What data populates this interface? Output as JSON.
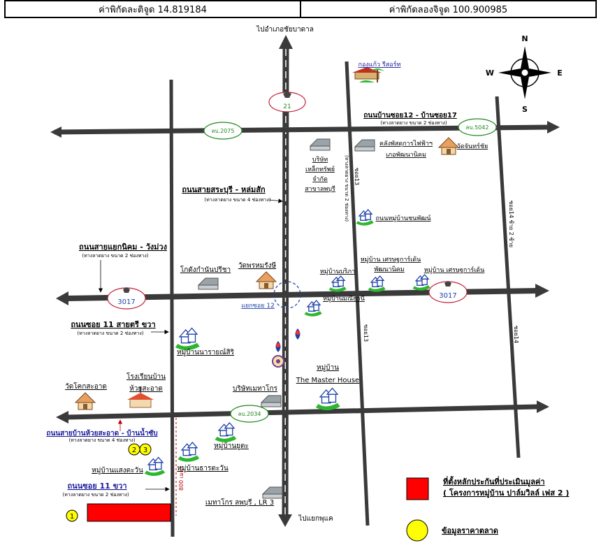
{
  "coords": {
    "latitude_label": "ค่าพิกัดละติจูด 14.819184",
    "longitude_label": "ค่าพิกัดลองจิจูด 100.900985"
  },
  "compass": {
    "n": "N",
    "s": "S",
    "e": "E",
    "w": "W"
  },
  "directions": {
    "north": "ไปอำเภอชัยบาดาล",
    "south": "ไปแยกพุแค"
  },
  "route_badges": {
    "r21": "21",
    "r3017_left": "3017",
    "r3017_right": "3017",
    "lb2075": "ลบ.2075",
    "lb5042": "ลบ.5042",
    "lb2034": "ลบ.2034"
  },
  "roads": {
    "main_name": "ถนนสายสระบุรี - หล่มสัก",
    "main_sub": "(ทางลาดยาง ขนาด 4 ช่องทาง)",
    "soi12_name": "ถนนบ้านซอย12 - บ้านซอย17",
    "soi12_sub": "(ทางลาดยาง ขนาด 2 ช่องทาง)",
    "nikhom_name": "ถนนสายแยกนิคม - วังม่วง",
    "nikhom_sub": "(ทางลาดยาง ขนาด 2 ช่องทาง)",
    "soi11r_name": "ถนนซอย 11 สายตรี ขวา",
    "soi11r_sub": "(ทางลาดยาง ขนาด 2 ช่องทาง)",
    "huay_name": "ถนนสายบ้านห้วยสะอาด - บ้านน้ำซับ",
    "huay_sub": "(ทางลาดยาง ขนาด 4 ช่องทาง)",
    "soi11_name": "ถนนซอย 11 ขวา",
    "soi11_sub": "(ทางลาดยาง ขนาด 2 ช่องทาง)",
    "soi13_top": "ซอย13",
    "soi13_top_sub": "(ทางลาดยาง ขนาด 2 ช่องทาง)",
    "soi13_low": "ซอย13",
    "soi14_top": "ซอย14 ซ้าย 2 ซ้าย",
    "soi14_low": "ซอย14",
    "junction": "แยกซอย 12",
    "distance": "800 เมตร"
  },
  "places": {
    "kongkaew": "กองแก้ว รีสอร์ท",
    "company_steel": [
      "บริษัท",
      "เหล็กทรัพย์",
      "จำกัด",
      "สาขาลพบุรี"
    ],
    "warehouse_top": [
      "คลังพัสดุการไฟฟ้าฯ",
      "เภอพัฒนานิคม"
    ],
    "wat_chan": "วัดจันทร์ชัย",
    "village_chon": "ถนนหมู่บ้านชนพัฒน์",
    "warehouse_left": "โกดังกำนันปรีชา",
    "wat_phrom": "วัดพรหมรังษี",
    "village_borika": "หมู่บ้านบริภา",
    "village_ekkarat1": [
      "หมู่บ้าน เศรษฐการ์เด้น",
      "พัฒนานิคม"
    ],
    "village_ekkarat2": "หมู่บ้าน เศรษฐการ์เด้น",
    "village_manee": "หมู่บ้านมณีธานี",
    "village_narayan": "หมู่บ้านนารายณ์สิริ",
    "wat_huay": "วัดโคกสะอาด",
    "school": [
      "โรงเรียนบ้าน",
      "ห้วยสะอาด"
    ],
    "company_mbt": "บริษัทเมทาโกร",
    "village_master": [
      "หมู่บ้าน",
      "The Master House"
    ],
    "village_yuta": "หมู่บ้านยูตะ",
    "village_saeng": "หมู่บ้านแสงตะวัน",
    "village_dhara": "หมู่บ้านธารตะวัน",
    "mbt_lr3": "เมทาโกร ลพบุรี , LR 3"
  },
  "markers": {
    "m1": "1",
    "m2": "2",
    "m3": "3"
  },
  "legend": {
    "site_line1": "ที่ตั้งหลักประกันที่ประเมินมูลค่า",
    "site_line2": "( โครงการหมู่บ้าน ปาล์ม​วิลล์ เฟส 2 )",
    "market_label": "ข้อมูลราคาตลาด"
  },
  "colors": {
    "road": "#3a3a3a",
    "route_badge_text": "#1e8a1e",
    "route_badge_border": "#c0203a",
    "site_red": "#ff0000",
    "market_yellow": "#ffff00",
    "village_blue": "#1c3fa8",
    "village_green": "#2fb62f",
    "huay_text": "#1a1a9c"
  }
}
